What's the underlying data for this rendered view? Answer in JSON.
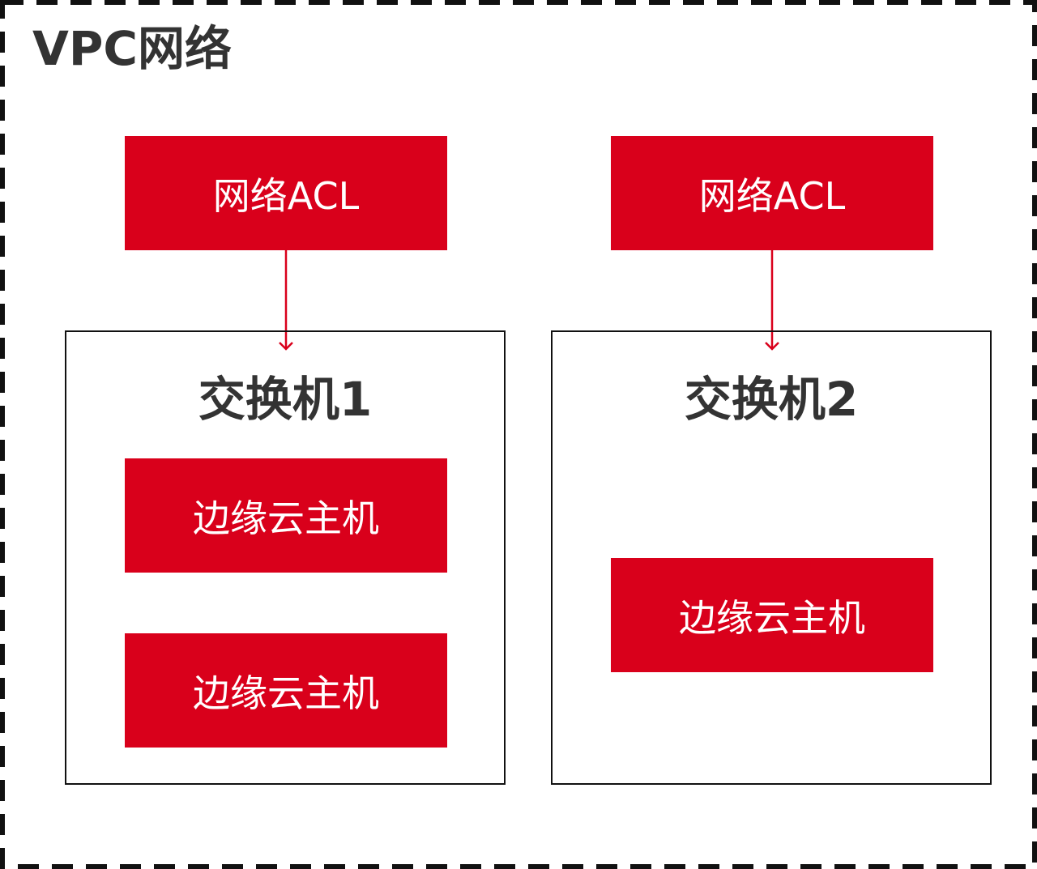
{
  "title": "VPC网络",
  "colors": {
    "accent": "#d9001b",
    "border": "#111111",
    "text": "#333333"
  },
  "acls": [
    {
      "label": "网络ACL"
    },
    {
      "label": "网络ACL"
    }
  ],
  "switches": [
    {
      "label": "交换机1",
      "hosts": [
        {
          "label": "边缘云主机"
        },
        {
          "label": "边缘云主机"
        }
      ]
    },
    {
      "label": "交换机2",
      "hosts": [
        {
          "label": "边缘云主机"
        }
      ]
    }
  ]
}
